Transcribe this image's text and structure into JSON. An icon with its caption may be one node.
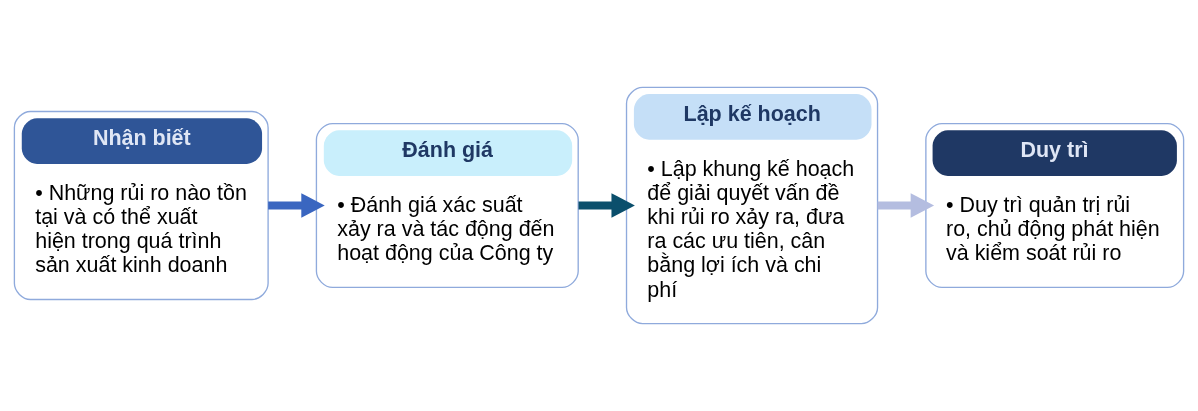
{
  "diagram": {
    "nodes": [
      {
        "text": [
          "Nhận biết",
          "• Những rủi ro nào tồn tại và có thể xuất hiện trong quá trình sản xuất kinh doanh"
        ]
      },
      {
        "text": [
          "Đánh giá",
          "• Đánh giá xác suất xảy ra và tác động đến hoạt động của Công ty"
        ]
      },
      {
        "text": [
          "Lập kế hoạch",
          "• Lập khung kế hoạch để giải quyết vấn đề khi rủi ro xảy ra, đưa ra các ưu tiên, cân bằng lợi ích và chi phí"
        ]
      },
      {
        "text": [
          "Duy trì",
          "• Duy trì quản trị rủi ro, chủ động phát hiện và kiểm soát rủi ro"
        ]
      }
    ],
    "edges": [
      {
        "from": 0,
        "to": 1,
        "arrow": "to",
        "color": "#3a66c0"
      },
      {
        "from": 1,
        "to": 2,
        "arrow": "to",
        "color": "#0b4f6c"
      },
      {
        "from": 2,
        "to": 3,
        "arrow": "to",
        "color": "#b4bde0"
      }
    ]
  }
}
